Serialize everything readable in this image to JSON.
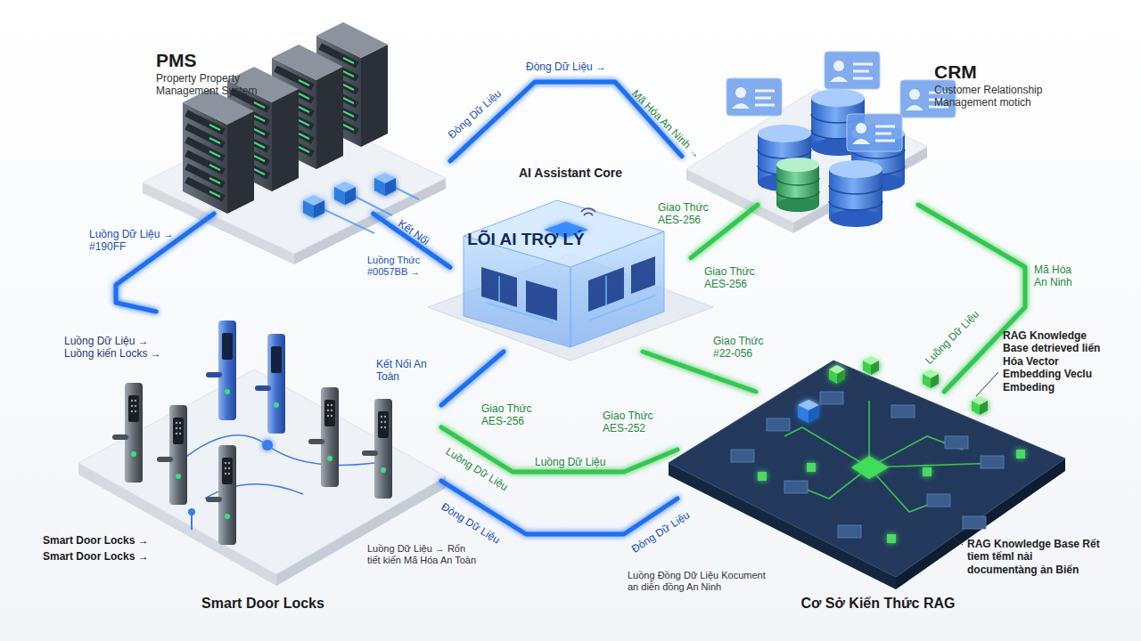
{
  "diagram": {
    "nodes": [
      {
        "text": [
          "PMS",
          "Property Property Management System"
        ]
      },
      {
        "text": [
          "CRM",
          "Customer Relationship Management motich"
        ]
      },
      {
        "text": [
          "AI Assistant Core",
          "LÕI AI TRỢ LÝ"
        ]
      },
      {
        "text": [
          "Smart Door Locks"
        ]
      },
      {
        "text": [
          "Cơ Sở Kiến Thức RAG"
        ]
      }
    ],
    "edges": [
      {
        "from": 0,
        "to": 1,
        "arrow": "none",
        "label": "Đòng Dữ Liệu →"
      },
      {
        "from": 0,
        "to": 2,
        "arrow": "none",
        "label": "Kết Nối"
      },
      {
        "from": 1,
        "to": 2,
        "arrow": "none",
        "label": "Giao Thức AES-256"
      },
      {
        "from": 0,
        "to": 3,
        "arrow": "none",
        "label": "Luồng Dữ Liệu → #190FF"
      },
      {
        "from": 1,
        "to": 4,
        "arrow": "none",
        "label": "Mã Hóa An Ninh"
      },
      {
        "from": 3,
        "to": 2,
        "arrow": "none",
        "label": "Kết Nối An Toàn"
      },
      {
        "from": 2,
        "to": 4,
        "arrow": "none",
        "label": "Giao Thức #22-056"
      },
      {
        "from": 3,
        "to": 4,
        "arrow": "none",
        "label": "Luồng Dữ Liệu"
      },
      {
        "from": 3,
        "to": 4,
        "arrow": "none",
        "label": "Đòng Dữ Liệu"
      }
    ],
    "labels": [
      "Đòng Dữ Liệu",
      "Mã Hóa An Ninh →",
      "Luồng Thức #0057BB →",
      "Giao Thức AES-256",
      "Luồng Dữ Liệu",
      "Giao Thức AES-256",
      "Giao Thức AES-252",
      "Luồng Dữ Liệu",
      "Đòng Dữ Liệu",
      "Luồng Dữ Liệu → Luồng kiến Locks →",
      "Smart Door Locks →",
      "Smart Door Locks →",
      "Luồng Dữ Liệu → Rốn tiết kiến Mã Hóa An Toàn",
      "Luồng Đồng Dữ Liệu Kocument an diễn đồng An Ninh",
      "RAG Knowledge Base detrieved liến Hóa Vector Embedding Veclu Embeding",
      "RAG Knowledge Base Rết tiem tếml nải documentàng ản Biến"
    ]
  }
}
